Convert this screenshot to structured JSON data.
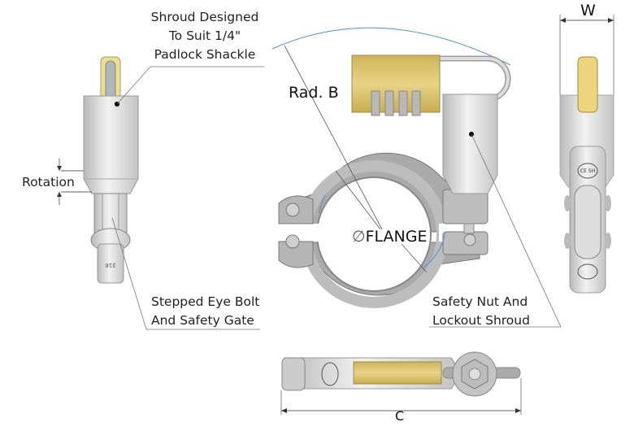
{
  "labels": {
    "shroud_callout": [
      "Shroud Designed",
      "To Suit 1/4\"",
      "Padlock Shackle"
    ],
    "rotation": "Rotation",
    "eye_bolt_callout": [
      "Stepped Eye Bolt",
      "And Safety Gate"
    ],
    "safety_nut_callout": [
      "Safety Nut And",
      "Lockout Shroud"
    ],
    "radius": "Rad. B",
    "flange": "FLANGE",
    "flange_symbol": "∅",
    "width_dim": "W",
    "length_dim": "C"
  },
  "markings": {
    "tag": "316",
    "ce_sh": "CE SH"
  },
  "colors": {
    "brass": "#d9c26a",
    "steel": "#c8c8c8",
    "dimension_arc": "#4a90d9",
    "leader": "#555555"
  }
}
